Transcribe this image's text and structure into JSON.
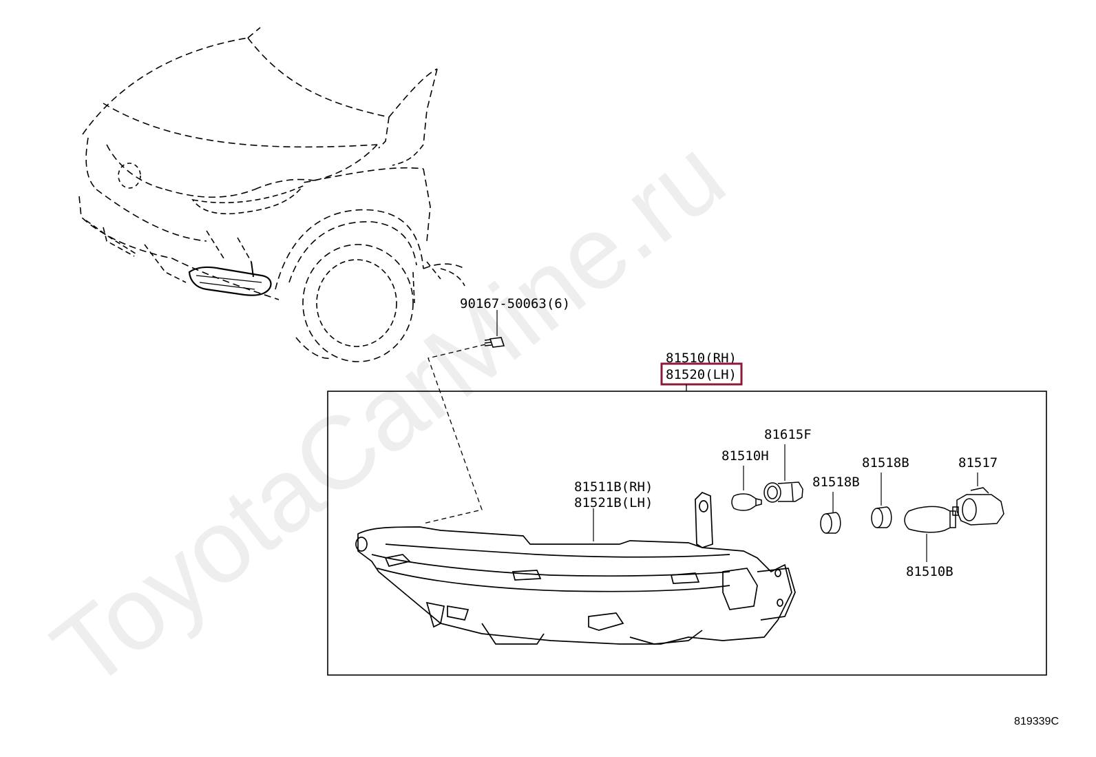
{
  "watermark": "ToyotaCarMine.ru",
  "diagram_code": "819339C",
  "highlight_color": "#8b1a3a",
  "labels": {
    "bolt": "90167-50063(6)",
    "assy_rh": "81510(RH)",
    "assy_lh": "81520(LH)",
    "lens_rh": "81511B(RH)",
    "lens_lh": "81521B(LH)",
    "socket_815f": "81615F",
    "bulb_810h": "81510H",
    "ring_818b_a": "81518B",
    "ring_818b_b": "81518B",
    "socket_817": "81517",
    "bulb_810b": "81510B"
  }
}
